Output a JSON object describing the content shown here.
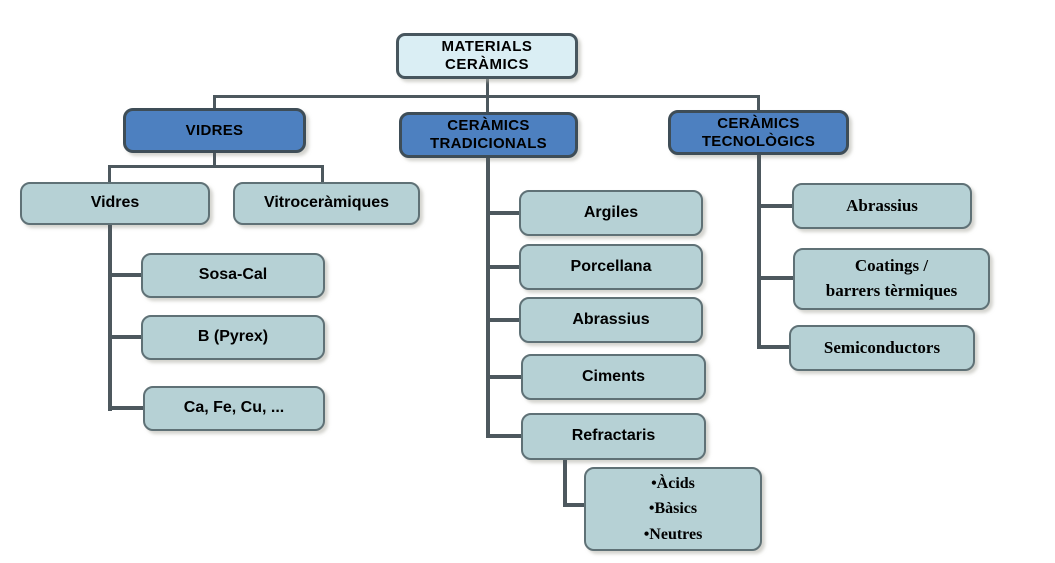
{
  "diagram": {
    "root": {
      "label": "MATERIALS\nCERÀMICS"
    },
    "branches": [
      {
        "label": "VIDRES"
      },
      {
        "label": "CERÀMICS\nTRADICIONALS"
      },
      {
        "label": "CERÀMICS\nTECNOLÒGICS"
      }
    ],
    "vidres_children": [
      {
        "label": "Vidres"
      },
      {
        "label": "Vitroceràmiques"
      }
    ],
    "vidres_sub": [
      {
        "label": "Sosa-Cal"
      },
      {
        "label": "B (Pyrex)"
      },
      {
        "label": "Ca, Fe, Cu, ..."
      }
    ],
    "tradicionals_children": [
      {
        "label": "Argiles"
      },
      {
        "label": "Porcellana"
      },
      {
        "label": "Abrassius"
      },
      {
        "label": "Ciments"
      },
      {
        "label": "Refractaris"
      }
    ],
    "refractaris_types": {
      "label": "•Àcids\n•Bàsics\n•Neutres"
    },
    "tecnologics_children": [
      {
        "label": "Abrassius"
      },
      {
        "label": "Coatings /\nbarrers tèrmiques"
      },
      {
        "label": "Semiconductors"
      }
    ],
    "colors": {
      "root_fill": "#daeef4",
      "branch_fill": "#4d80c0",
      "leaf_fill": "#b6d1d5",
      "box_border_dark": "#3e4d57",
      "leaf_border": "#5f7176",
      "connector": "#4d585e",
      "background": "#ffffff",
      "text": "#000000"
    }
  }
}
